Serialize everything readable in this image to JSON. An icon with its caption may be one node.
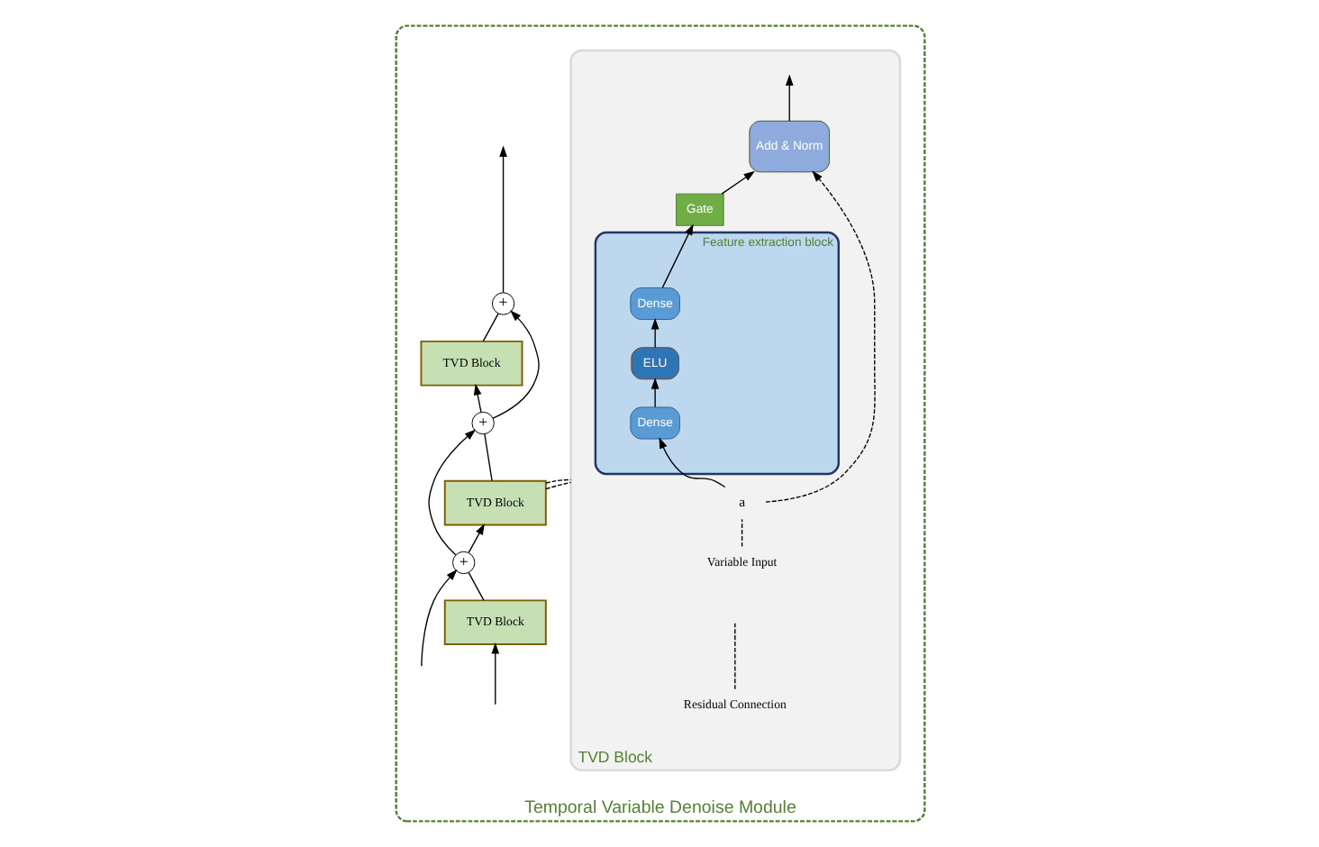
{
  "diagram": {
    "nodes": [
      {
        "text": [
          "Temporal Variable Denoise Module"
        ]
      },
      {
        "text": [
          "+"
        ],
        "in": 0
      },
      {
        "text": [
          "TVD Block"
        ],
        "in": 0
      },
      {
        "text": [
          "+"
        ],
        "in": 0
      },
      {
        "text": [
          "TVD Block"
        ],
        "in": 0
      },
      {
        "text": [
          "+"
        ],
        "in": 0
      },
      {
        "text": [
          "TVD Block"
        ],
        "in": 0
      },
      {
        "text": [
          "TVD Block"
        ],
        "in": 0
      },
      {
        "text": [
          "Feature extraction block"
        ],
        "in": 7
      },
      {
        "text": [
          "Dense"
        ],
        "in": 8
      },
      {
        "text": [
          "ELU"
        ],
        "in": 8
      },
      {
        "text": [
          "Dense"
        ],
        "in": 8
      },
      {
        "text": [
          "Gate"
        ],
        "in": 7
      },
      {
        "text": [
          "Add & Norm"
        ],
        "in": 7
      },
      {
        "text": [
          "a"
        ],
        "in": 7
      },
      {
        "text": [
          "Residual Connection"
        ],
        "in": 7
      },
      {
        "text": [
          "Variable Input"
        ],
        "in": 7
      }
    ],
    "edges": [
      {
        "from": null,
        "to": 6,
        "arrow": "to"
      },
      {
        "from": null,
        "to": 5,
        "arrow": "to"
      },
      {
        "from": 6,
        "to": 5,
        "arrow": "none"
      },
      {
        "from": 5,
        "to": 4,
        "arrow": "to"
      },
      {
        "from": 5,
        "to": 3,
        "arrow": "to"
      },
      {
        "from": 4,
        "to": 3,
        "arrow": "none"
      },
      {
        "from": 3,
        "to": 2,
        "arrow": "to"
      },
      {
        "from": 3,
        "to": 1,
        "arrow": "to"
      },
      {
        "from": 2,
        "to": 1,
        "arrow": "none"
      },
      {
        "from": 1,
        "to": null,
        "arrow": "to"
      },
      {
        "from": 4,
        "to": 7,
        "arrow": "none",
        "style": "dashed"
      },
      {
        "from": 4,
        "to": 7,
        "arrow": "none",
        "style": "dashed"
      },
      {
        "from": 14,
        "to": 9,
        "arrow": "to"
      },
      {
        "from": 14,
        "to": 13,
        "arrow": "to",
        "style": "dashed"
      },
      {
        "from": 9,
        "to": 10,
        "arrow": "to"
      },
      {
        "from": 10,
        "to": 11,
        "arrow": "to"
      },
      {
        "from": 11,
        "to": 12,
        "arrow": "to"
      },
      {
        "from": 12,
        "to": 13,
        "arrow": "to"
      },
      {
        "from": 13,
        "to": null,
        "arrow": "to"
      },
      {
        "from": 15,
        "to": null,
        "arrow": "none",
        "style": "dashed"
      },
      {
        "from": 16,
        "to": 14,
        "arrow": "none",
        "style": "dashed"
      }
    ]
  }
}
